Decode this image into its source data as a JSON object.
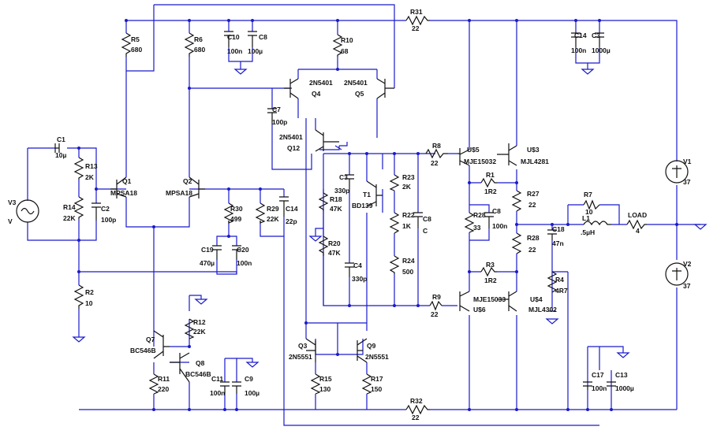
{
  "labels": {
    "C1": "C1",
    "C1v": "10µ",
    "R13": "R13",
    "R13v": "2K",
    "R14": "R14",
    "R14v": "22K",
    "C2": "C2",
    "C2v": "100p",
    "V3": "V3",
    "V3v": "V",
    "R2": "R2",
    "R2v": "10",
    "R5": "R5",
    "R5v": "680",
    "R6": "R6",
    "R6v": "680",
    "C10": "C10",
    "C10v": "100n",
    "C8a": "C8",
    "C8av": "100µ",
    "R10": "R10",
    "R10v": "68",
    "R31": "R31",
    "R31v": "22",
    "C14b": "C14",
    "C14bv": "100n",
    "C3b": "C3",
    "C3bv": "1000µ",
    "Q1": "Q1",
    "Q1t": "MPSA18",
    "Q2": "Q2",
    "Q2t": "MPSA18",
    "Q4": "Q4",
    "Q4t": "2N5401",
    "Q5": "Q5",
    "Q5t": "2N5401",
    "C7": "C7",
    "C7v": "100p",
    "Q12": "Q12",
    "Q12t": "2N5401",
    "R30": "R30",
    "R30v": "499",
    "R29": "R29",
    "R29v": "22K",
    "C14": "C14",
    "C14v": "22p",
    "C19": "C19",
    "C19v": "470µ",
    "C20": "C20",
    "C20v": "100n",
    "C3": "C3",
    "C3v": "330p",
    "T1": "T1",
    "T1t": "BD139",
    "R18": "R18",
    "R18v": "47K",
    "R20": "R20",
    "R20v": "47K",
    "C4": "C4",
    "C4v": "330p",
    "R23": "R23",
    "R23v": "2K",
    "R22": "R22",
    "R22v": "1K",
    "R24": "R24",
    "R24v": "500",
    "C8b": "C8",
    "C8bv": "C",
    "R8": "R8",
    "R8v": "22",
    "R9": "R9",
    "R9v": "22",
    "U5": "U$5",
    "U5t": "MJE15032",
    "U3": "U$3",
    "U3t": "MJL4281",
    "R1": "R1",
    "R1v": "1R2",
    "R3": "R3",
    "R3v": "1R2",
    "R28a": "R28",
    "R28av": "33",
    "C8c": "C8",
    "C8cv": "100n",
    "R27": "R27",
    "R27v": "22",
    "R28b": "R28",
    "R28bv": "22",
    "C18": "C18",
    "C18v": "47n",
    "R4": "R4",
    "R4v": "4R7",
    "R7": "R7",
    "R7v": "10",
    "L1": "L1",
    "L1v": ".5µH",
    "LOAD": "LOAD",
    "LOADv": "4",
    "V1": "V1",
    "V1v": "37",
    "V2": "V2",
    "V2v": "37",
    "U6": "U$6",
    "U6t": "MJE15033",
    "U4": "U$4",
    "U4t": "MJL4302",
    "Q7": "Q7",
    "Q7t": "BC546B",
    "Q8": "Q8",
    "Q8t": "BC546B",
    "R12": "R12",
    "R12v": "22K",
    "R11": "R11",
    "R11v": "220",
    "C11": "C11",
    "C11v": "100n",
    "C9": "C9",
    "C9v": "100µ",
    "Q3": "Q3",
    "Q3t": "2N5551",
    "Q9": "Q9",
    "Q9t": "2N5551",
    "R15": "R15",
    "R15v": "130",
    "R17": "R17",
    "R17v": "150",
    "R32": "R32",
    "R32v": "22",
    "C17": "C17",
    "C17v": "100n",
    "C13": "C13",
    "C13v": "1000µ"
  }
}
